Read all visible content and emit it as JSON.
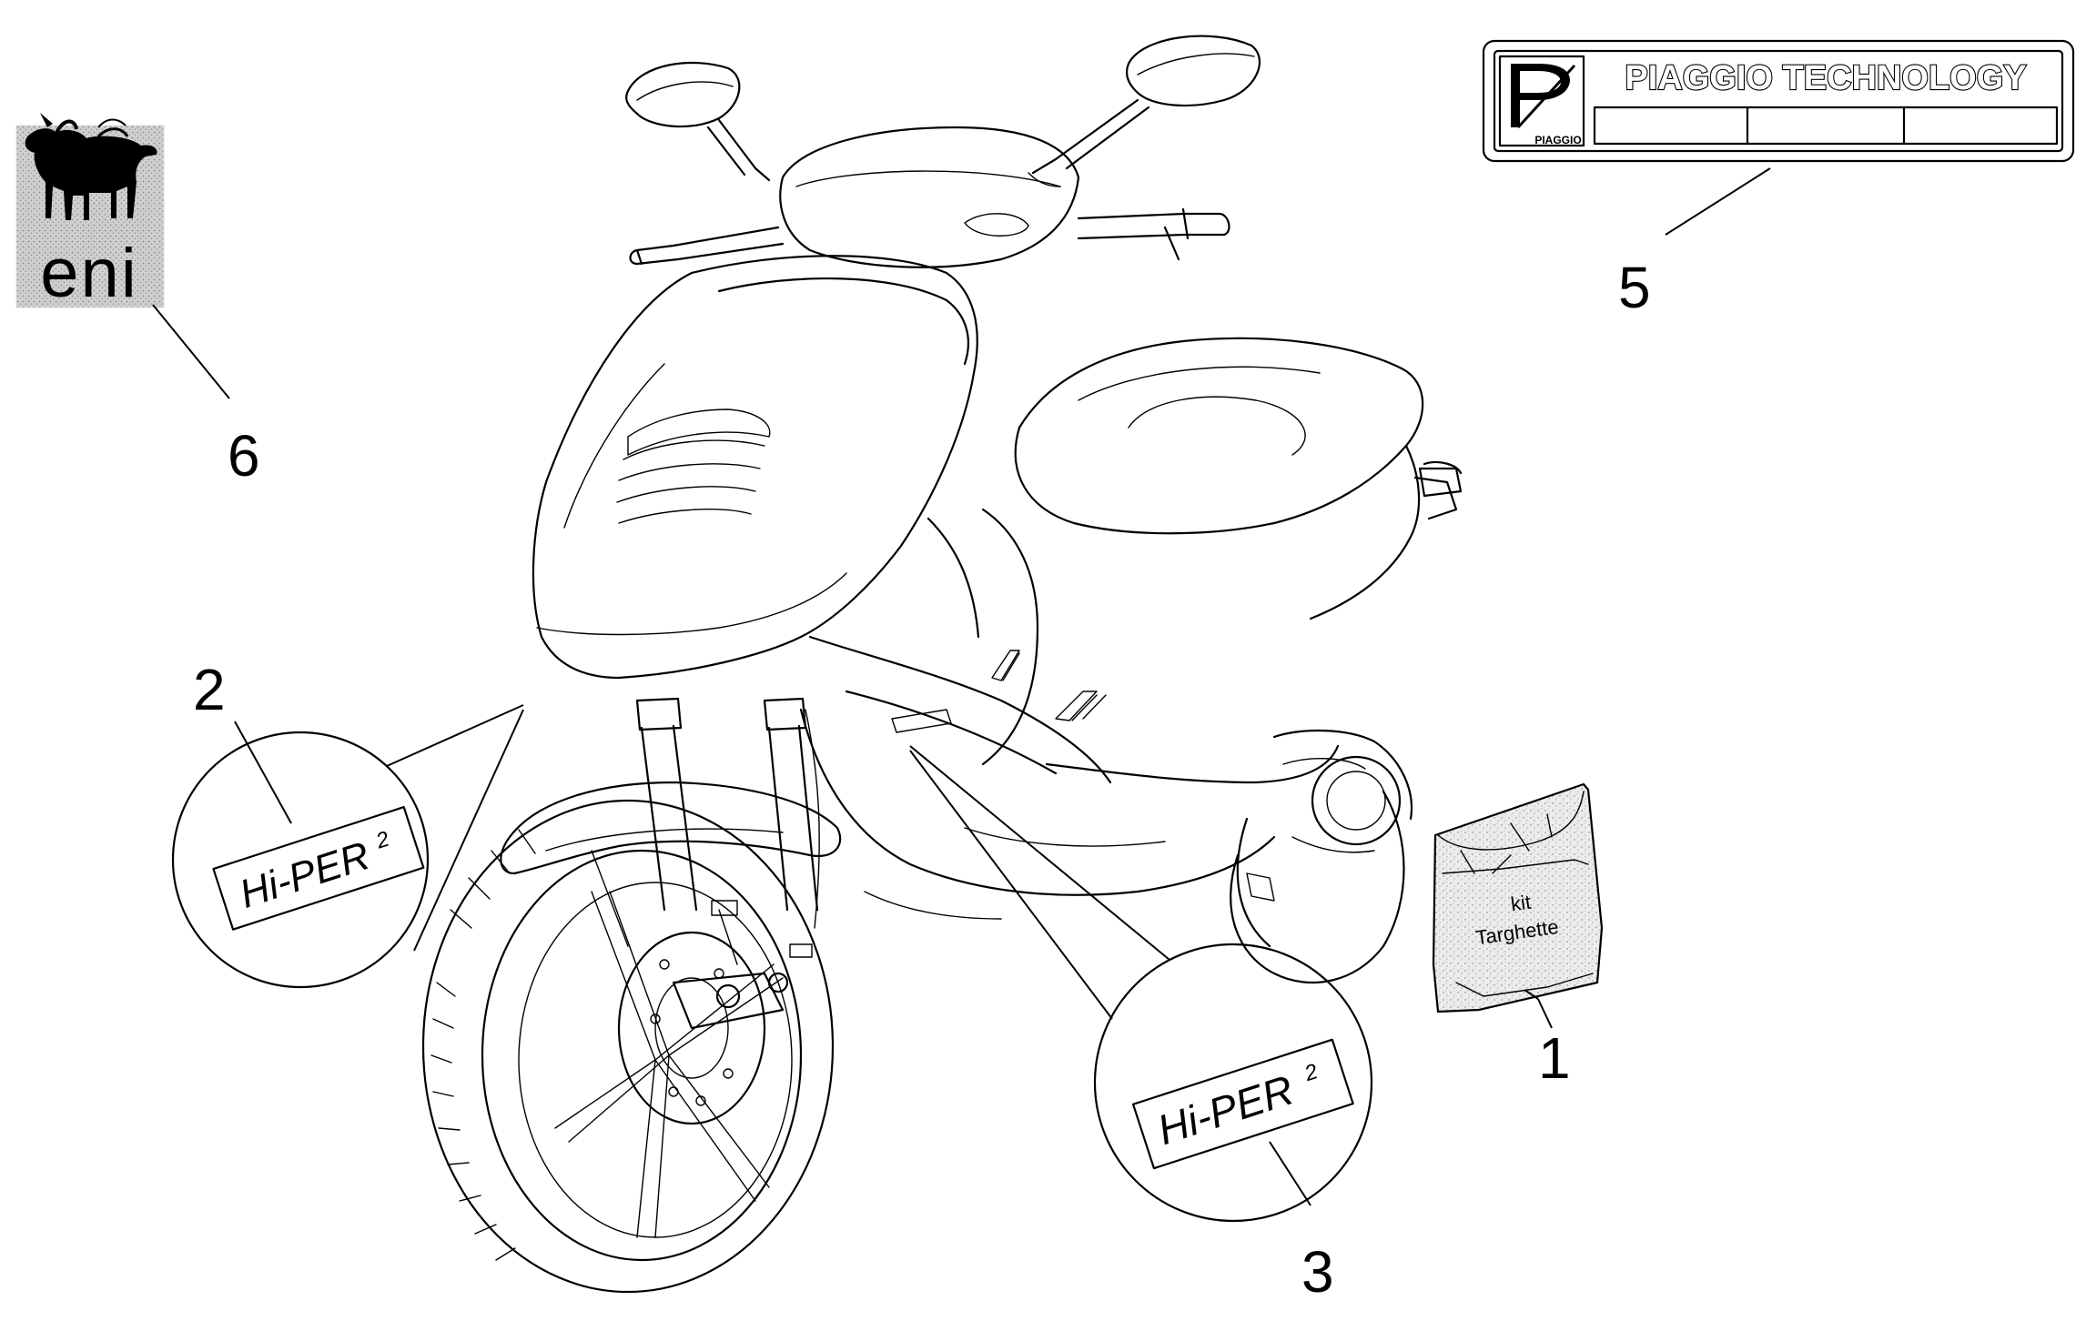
{
  "callouts": {
    "c1": "1",
    "c2": "2",
    "c3": "3",
    "c5": "5",
    "c6": "6"
  },
  "decals": {
    "hiper_text": "Hi-PER",
    "hiper_sup": "2",
    "piaggio_tech": "PIAGGIO TECHNOLOGY",
    "piaggio_small": "PIAGGIO",
    "eni_text": "eni",
    "kit_line1": "kit",
    "kit_line2": "Targhette"
  },
  "colors": {
    "line": "#000000",
    "eni_bg": "#c8c8c8",
    "kit_bg": "#e6e6e6"
  }
}
